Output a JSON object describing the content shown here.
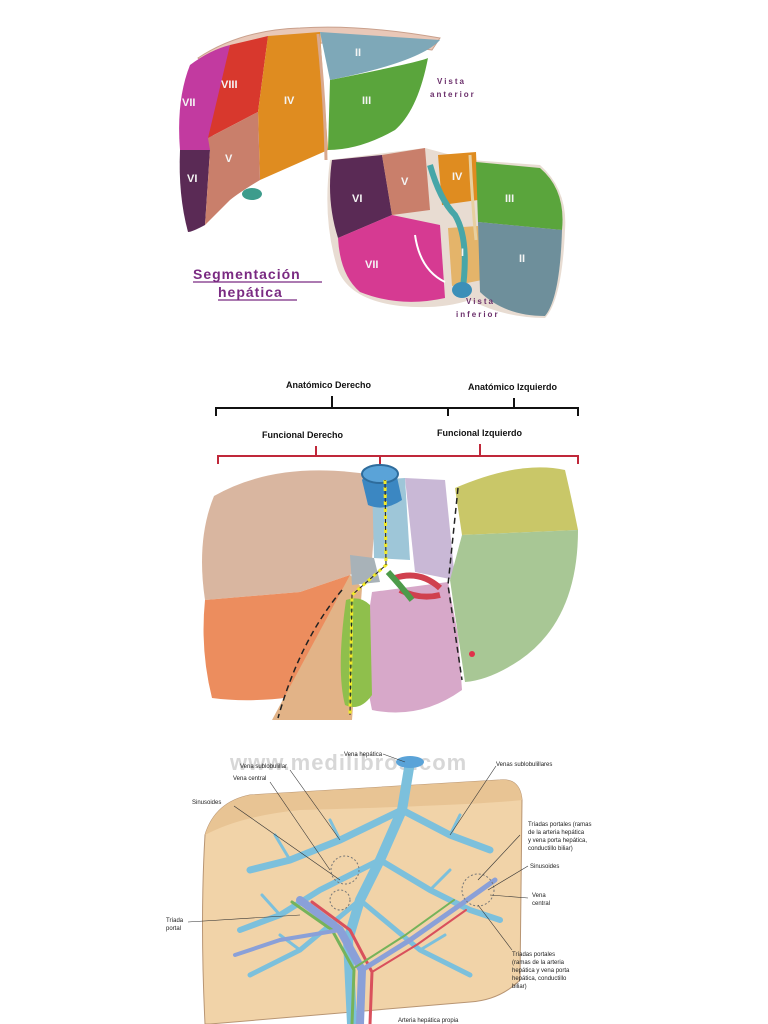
{
  "segmentation": {
    "anterior_segments": [
      "VII",
      "VIII",
      "IV",
      "II",
      "III",
      "VI",
      "V"
    ],
    "inferior_segments": [
      "VI",
      "V",
      "IV",
      "III",
      "VII",
      "I",
      "II"
    ],
    "vista_anterior": [
      "Vista",
      "anterior"
    ],
    "vista_inferior": [
      "Vista",
      "inferior"
    ],
    "title": [
      "Segmentación",
      "hepática"
    ]
  },
  "functional": {
    "anatomico_derecho": "Anatómico Derecho",
    "anatomico_izquierdo": "Anatómico Izquierdo",
    "funcional_derecho": "Funcional Derecho",
    "funcional_izquierdo": "Funcional Izquierdo",
    "colors": {
      "black_bracket": "#111111",
      "red_bracket": "#c0283a",
      "right_lobe": "#d9b6a0",
      "right_orange": "#ec8d5e",
      "left_green": "#a8c795",
      "left_yellow": "#c9c768",
      "quadrate_pink": "#d7a8c9",
      "gallbladder": "#8fbf4c"
    }
  },
  "lobule": {
    "watermark": "www.medilibros.com",
    "labels": {
      "vena_hepatica": "Vena hepática",
      "vena_sublobulillar": "Vena sublobulillar",
      "venas_sublobulillares": "Venas sublobulillares",
      "vena_central_top": "Vena central",
      "sinusoides_left": "Sinusoides",
      "triadas_top": [
        "Tríadas portales (ramas",
        "de la arteria hepática",
        "y vena porta hepática,",
        "conductillo biliar)"
      ],
      "sinusoides_right": "Sinusoides",
      "vena_central_right": [
        "Vena",
        "central"
      ],
      "triada_portal": [
        "Tríada",
        "portal"
      ],
      "triadas_bottom": [
        "Tríadas portales",
        "(ramas de la arteria",
        "hepática y vena porta",
        "hepática, conductillo",
        "biliar)"
      ],
      "arteria_hepatica_propia": "Arteria hepática propia"
    }
  }
}
